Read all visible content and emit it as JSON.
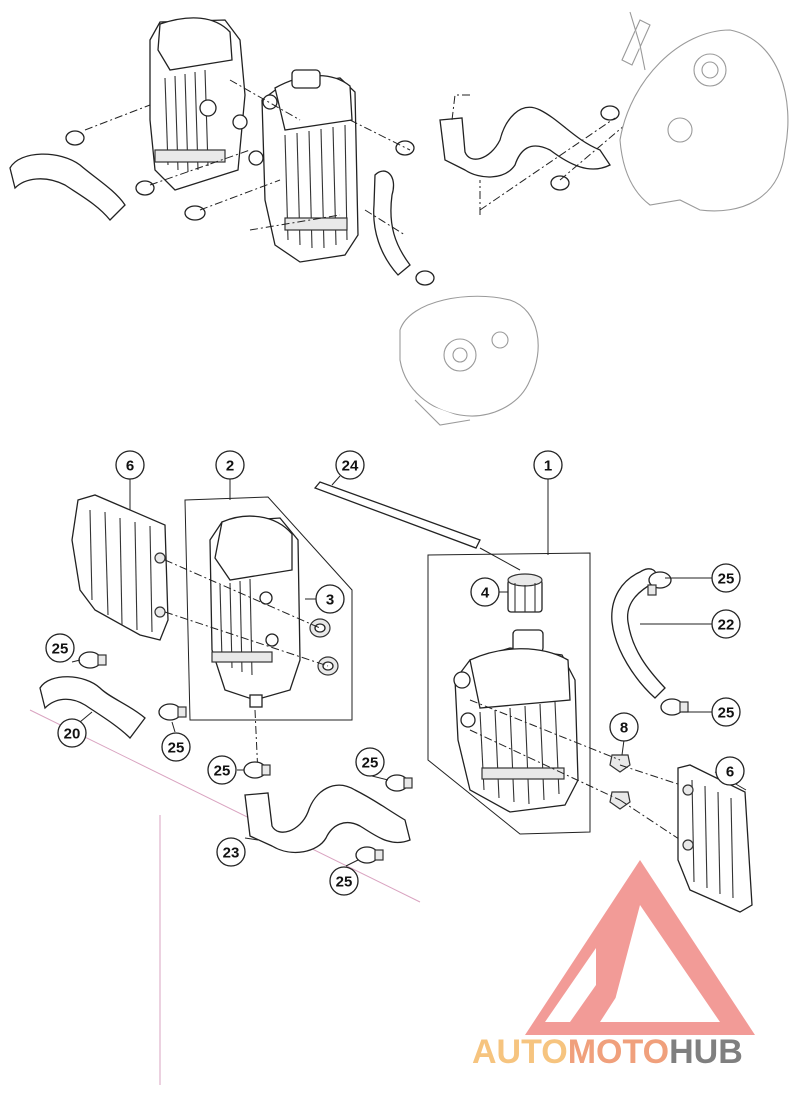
{
  "callouts": {
    "c1": "1",
    "c2": "2",
    "c3": "3",
    "c4": "4",
    "c6a": "6",
    "c6b": "6",
    "c8": "8",
    "c20": "20",
    "c22": "22",
    "c23": "23",
    "c24": "24",
    "c25a": "25",
    "c25b": "25",
    "c25c": "25",
    "c25d": "25",
    "c25e": "25",
    "c25f": "25",
    "c25g": "25"
  },
  "watermark": {
    "part1": "AUTO",
    "part2": "MOTO",
    "part3": "HUB",
    "color_light": "#f6c47f",
    "color_accent": "#f0a07c",
    "color_dark": "#7f7f7f",
    "logo_color": "#f08a86"
  }
}
